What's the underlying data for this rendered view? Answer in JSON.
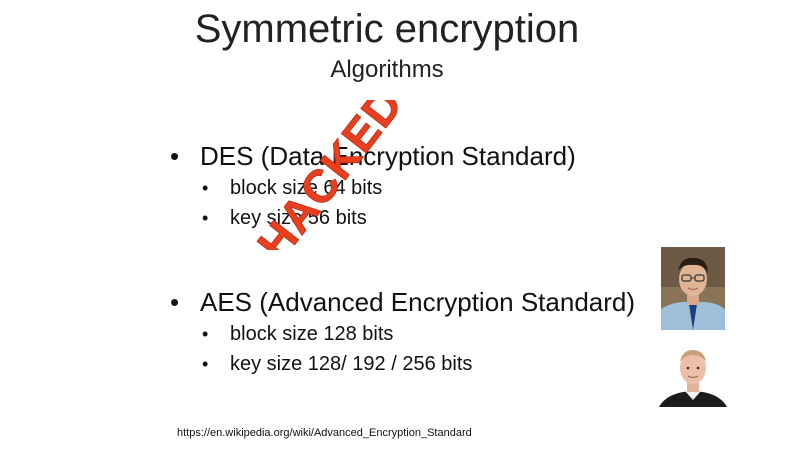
{
  "slide": {
    "title": "Symmetric encryption",
    "subtitle": "Algorithms",
    "bullet_char": "•",
    "items": [
      {
        "label": "DES (Data Encryption Standard)",
        "sub": [
          "block size 64 bits",
          "key size 56 bits"
        ]
      },
      {
        "label": "AES (Advanced Encryption Standard)",
        "sub": [
          "block size 128 bits",
          "key size 128/ 192 / 256 bits"
        ]
      }
    ],
    "stamp_text": "HACKED",
    "stamp_color": "#e8401f",
    "footer_link": "https://en.wikipedia.org/wiki/Advanced_Encryption_Standard"
  }
}
